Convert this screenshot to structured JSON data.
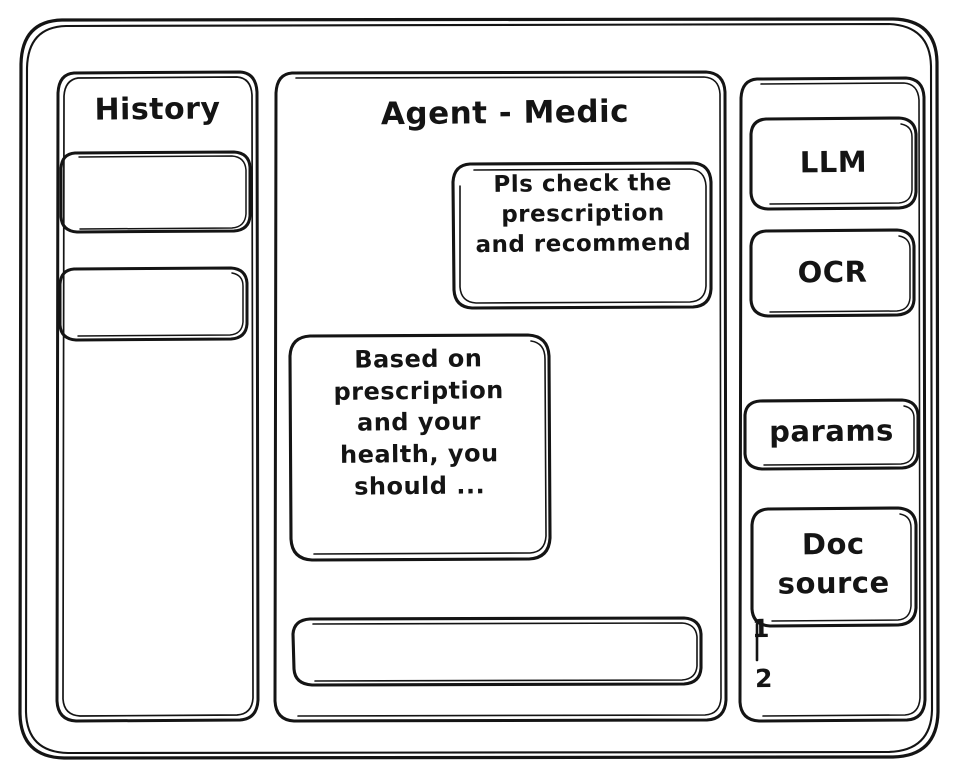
{
  "window": {
    "frame_name": "app-window"
  },
  "sidebar": {
    "title": "History",
    "items": [
      {
        "label": ""
      },
      {
        "label": ""
      }
    ]
  },
  "main": {
    "title": "Agent - Medic",
    "messages": [
      {
        "role": "user",
        "text": "Pls check the\nprescription\nand recommend"
      },
      {
        "role": "assistant",
        "text": "Based on\nprescription\nand your\nhealth, you\nshould ..."
      }
    ],
    "composer": {
      "value": "",
      "placeholder": ""
    }
  },
  "tools": {
    "items": [
      {
        "label": "LLM"
      },
      {
        "label": "OCR"
      },
      {
        "label": "params"
      },
      {
        "label": "Doc\nsource"
      }
    ],
    "sources": [
      {
        "label": "1"
      },
      {
        "label": "2"
      }
    ]
  },
  "style": {
    "ink": "#141414",
    "paper": "#ffffff"
  }
}
